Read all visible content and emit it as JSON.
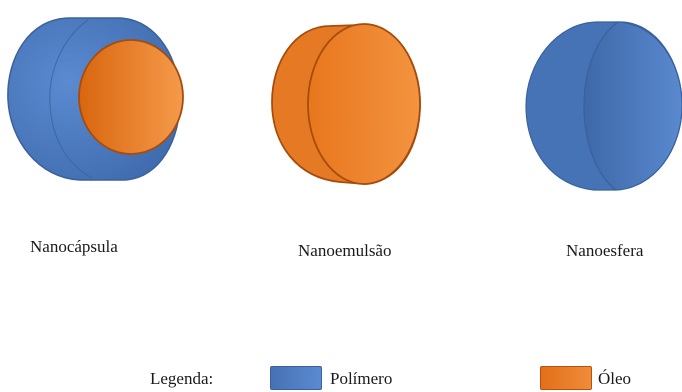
{
  "particles": [
    {
      "id": "nanocapsula",
      "label": "Nanocápsula",
      "layers": [
        "Polímero",
        "Óleo"
      ]
    },
    {
      "id": "nanoemulsao",
      "label": "Nanoemulsão",
      "layers": [
        "Óleo"
      ]
    },
    {
      "id": "nanoesfera",
      "label": "Nanoesfera",
      "layers": [
        "Polímero"
      ]
    }
  ],
  "legend": {
    "title": "Legenda:",
    "items": [
      {
        "label": "Polímero",
        "color": "#4a78bd"
      },
      {
        "label": "Óleo",
        "color": "#e8781e"
      }
    ]
  },
  "colors": {
    "polymer": "#4a78bd",
    "polymer_dark": "#3a619b",
    "oil": "#e8781e",
    "oil_dark": "#b5520d"
  }
}
